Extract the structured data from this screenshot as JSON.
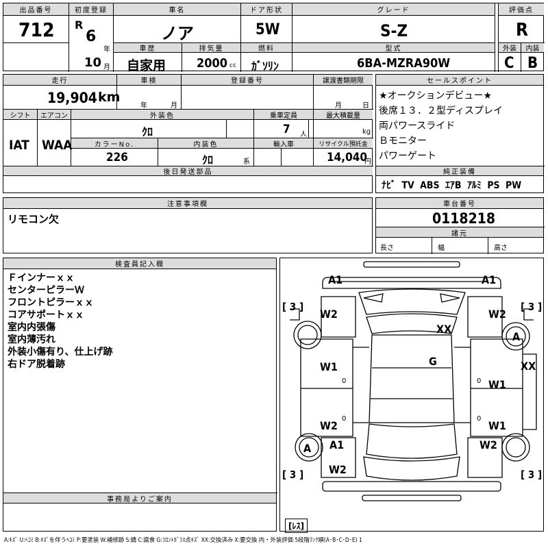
{
  "header": {
    "lot_no": {
      "label": "出品番号",
      "value": "712"
    },
    "first_reg": {
      "label": "初度登録",
      "era": "R",
      "year_num": "6",
      "year_unit": "年",
      "month": "10",
      "month_unit": "月"
    },
    "car_name": {
      "label": "車名",
      "value": "ノア"
    },
    "door": {
      "label": "ドア形状",
      "value": "5W"
    },
    "grade": {
      "label": "グレード",
      "value": "S-Z"
    },
    "score": {
      "label": "評価点",
      "value": "R"
    },
    "history": {
      "label": "車歴",
      "value": "自家用"
    },
    "displacement": {
      "label": "排気量",
      "value": "2000",
      "unit": "cc"
    },
    "fuel": {
      "label": "燃料",
      "value": "ｶﾞｿﾘﾝ"
    },
    "model": {
      "label": "型式",
      "value": "6BA-MZRA90W"
    },
    "exterior": {
      "label": "外装",
      "value": "C"
    },
    "interior": {
      "label": "内装",
      "value": "B"
    }
  },
  "middle": {
    "mileage": {
      "label": "走行",
      "value": "19,904",
      "unit": "km"
    },
    "inspection": {
      "label": "車検",
      "year_unit": "年",
      "month_unit": "月"
    },
    "reg_no": {
      "label": "登録番号"
    },
    "transfer_doc": {
      "label": "譲渡書類期限",
      "month_unit": "月",
      "day_unit": "日"
    },
    "shift": {
      "label": "シフト",
      "value": "IAT"
    },
    "aircon": {
      "label": "エアコン",
      "value": "WAA"
    },
    "ext_color": {
      "label": "外装色",
      "value": "ｸﾛ"
    },
    "capacity": {
      "label": "乗車定員",
      "value": "7",
      "unit": "人"
    },
    "max_load": {
      "label": "最大積載量",
      "unit": "kg"
    },
    "color_no": {
      "label": "カラーNo.",
      "value": "226"
    },
    "int_color": {
      "label": "内装色",
      "value": "ｸﾛ",
      "unit": "系"
    },
    "import": {
      "label": "輸入車"
    },
    "recycle": {
      "label": "リサイクル預託金",
      "value": "14,040",
      "unit": "円"
    },
    "later_parts": {
      "label": "後日発送部品"
    }
  },
  "sales_points": {
    "label": "セールスポイント",
    "items": [
      "★オークションデビュー★",
      "後席１３．２型ディスプレイ",
      "両パワースライド",
      "Ｂモニター",
      "パワーゲート"
    ]
  },
  "equipment": {
    "label": "純正装備",
    "items": [
      "ﾅﾋﾞ",
      "TV",
      "ABS",
      "ｴｱB",
      "ｱﾙﾐ",
      "PS",
      "PW"
    ]
  },
  "caution": {
    "label": "注意事項欄",
    "text": "リモコン欠"
  },
  "chassis": {
    "label": "車台番号",
    "value": "0118218"
  },
  "specs": {
    "label": "諸元",
    "length": "長さ",
    "width": "幅",
    "height": "高さ"
  },
  "inspector": {
    "label": "検査員記入欄",
    "lines": [
      "Ｆインナーｘｘ",
      "センターピラーＷ",
      "フロントピラーｘｘ",
      "コアサポートｘｘ",
      "室内内張傷",
      "室内薄汚れ",
      "外装小傷有り、仕上げ跡",
      "右ドア脱着跡"
    ]
  },
  "office": {
    "label": "事務局よりご案内"
  },
  "diagram": {
    "marks": [
      {
        "id": "a1-top-left",
        "text": "A1"
      },
      {
        "id": "a1-top-right",
        "text": "A1"
      },
      {
        "id": "bracket-tl",
        "text": "[ 3 ]"
      },
      {
        "id": "bracket-tr",
        "text": "[ 3 ]"
      },
      {
        "id": "w2-left-upper",
        "text": "W2"
      },
      {
        "id": "w2-right-upper",
        "text": "W2"
      },
      {
        "id": "xx-roof",
        "text": "XX"
      },
      {
        "id": "a-wheel-right-front",
        "text": "A"
      },
      {
        "id": "g-glass",
        "text": "G"
      },
      {
        "id": "xx-right",
        "text": "XX"
      },
      {
        "id": "w1-left-upper",
        "text": "W1"
      },
      {
        "id": "w1-right-upper",
        "text": "W1"
      },
      {
        "id": "w2-left-lower",
        "text": "W2"
      },
      {
        "id": "w1-right-lower",
        "text": "W1"
      },
      {
        "id": "a-wheel-left-rear",
        "text": "A"
      },
      {
        "id": "a1-left-lower",
        "text": "A1"
      },
      {
        "id": "w2-right-lower",
        "text": "W2"
      },
      {
        "id": "w2-left-bottom",
        "text": "W2"
      },
      {
        "id": "bracket-bl",
        "text": "[ 3 ]"
      },
      {
        "id": "bracket-br",
        "text": "[ 3 ]"
      },
      {
        "id": "res",
        "text": "[ﾚｽ]"
      },
      {
        "id": "zero-l1",
        "text": "0"
      },
      {
        "id": "zero-r1",
        "text": "0"
      },
      {
        "id": "zero-l2",
        "text": "0"
      },
      {
        "id": "zero-r2",
        "text": "0"
      }
    ]
  },
  "legend": "A:ｷｽﾞ U:ﾍｺﾐ B:ｷｽﾞを伴うﾍｺﾐ P:要塗装 W:補修跡 S:錆 C:腐食 G:ﾌﾛﾝﾄｶﾞﾗｽ点ｷｽﾞ XX:交換済み X:要交換 内・外装評価 5段階ﾗﾝｸ順(A･B･C･D･E) 1"
}
